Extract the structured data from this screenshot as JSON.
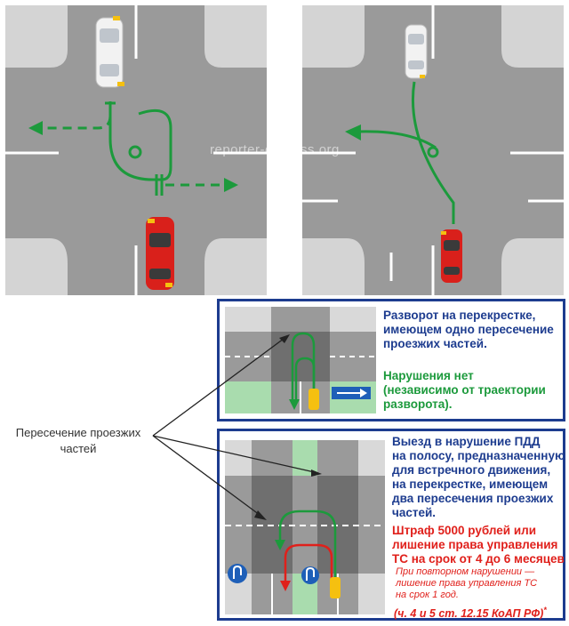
{
  "watermark": "reporter-express.org",
  "callout_label_line1": "Пересечение проезжих",
  "callout_label_line2": "частей",
  "box1": {
    "title_lines": [
      "Разворот на перекрестке,",
      "имеющем одно пересечение",
      "проезжих частей."
    ],
    "verdict_lines": [
      "Нарушения нет",
      "(независимо от траектории",
      "разворота)."
    ]
  },
  "box2": {
    "title_lines": [
      "Выезд в нарушение ПДД",
      "на полосу, предназначенную",
      "для встречного движения,",
      "на перекрестке, имеющем",
      "два пересечения проезжих",
      "частей."
    ],
    "fine_lines": [
      "Штраф 5000 рублей или",
      "лишение права управления",
      "ТС на срок от 4 до 6 месяцев"
    ],
    "repeat_lines": [
      "При повторном нарушении —",
      "лишение права управления ТС",
      "на срок 1 год."
    ],
    "law_ref": "(ч. 4 и 5 ст. 12.15 КоАП РФ)",
    "law_star": "*"
  },
  "colors": {
    "road": "#9a9a9a",
    "road_dark": "#6f6f6f",
    "sidewalk": "#d9d9d9",
    "grass": "#a9dcae",
    "green_path": "#1c9a3c",
    "red_path": "#e0201b",
    "border_blue": "#1d3c8f"
  }
}
